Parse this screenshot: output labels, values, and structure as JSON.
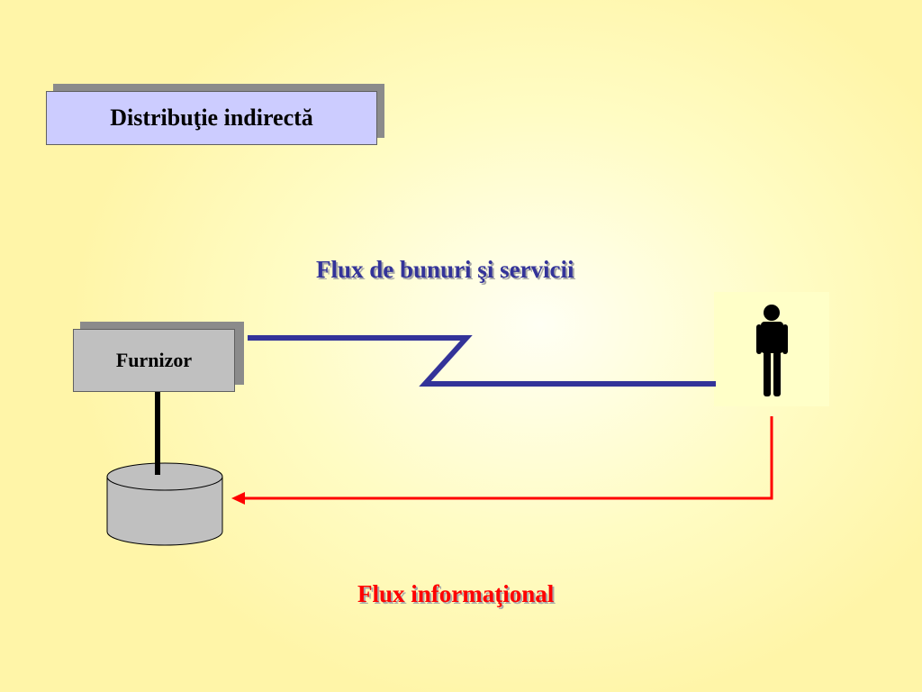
{
  "slide": {
    "title": "Distribuţie indirectă",
    "supplier_label": "Furnizor",
    "goods_flow_label": "Flux de bunuri şi servicii",
    "info_flow_label": "Flux informaţional",
    "customer_icon": "person-icon",
    "database_icon": "database-cylinder-icon"
  },
  "colors": {
    "goods_flow": "#333399",
    "info_flow": "#ff0000",
    "title_box": "#ccccff",
    "supplier_box": "#c0c0c0"
  }
}
